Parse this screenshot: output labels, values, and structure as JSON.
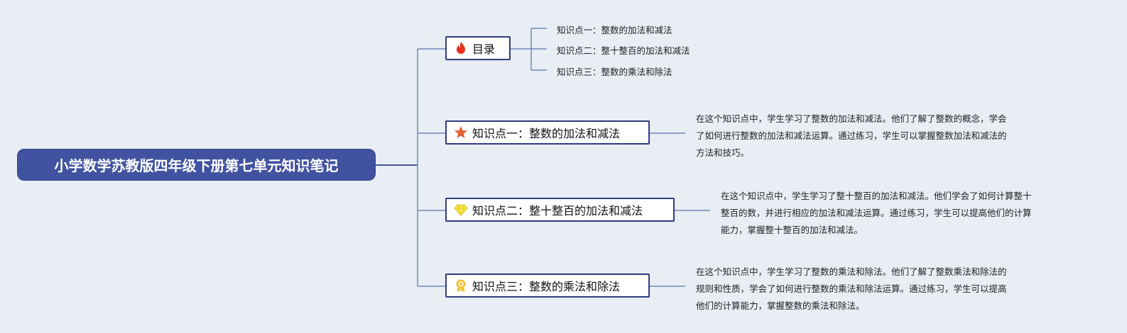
{
  "root": {
    "title": "小学数学苏教版四年级下册第七单元知识笔记"
  },
  "colors": {
    "root_bg": "#4153a0",
    "border": "#2f3c7e",
    "line": "#7185b9",
    "background": "#e8eef4"
  },
  "toc": {
    "label": "目录",
    "icon": "fire-icon",
    "items": [
      "知识点一：整数的加法和减法",
      "知识点二：整十整百的加法和减法",
      "知识点三：整数的乘法和除法"
    ]
  },
  "points": [
    {
      "label": "知识点一：整数的加法和减法",
      "icon": "star-icon",
      "lines": [
        "在这个知识点中，学生学习了整数的加法和减法。他们了解了整数的概念，学会",
        "了如何进行整数的加法和减法运算。通过练习，学生可以掌握整数加法和减法的",
        "方法和技巧。"
      ]
    },
    {
      "label": "知识点二：整十整百的加法和减法",
      "icon": "diamond-icon",
      "lines": [
        "在这个知识点中，学生学习了整十整百的加法和减法。他们学会了如何计算整十",
        "整百的数，并进行相应的加法和减法运算。通过练习，学生可以提高他们的计算",
        "能力，掌握整十整百的加法和减法。"
      ]
    },
    {
      "label": "知识点三：整数的乘法和除法",
      "icon": "medal-icon",
      "lines": [
        "在这个知识点中，学生学习了整数的乘法和除法。他们了解了整数乘法和除法的",
        "规则和性质，学会了如何进行整数的乘法和除法运算。通过练习，学生可以提高",
        "他们的计算能力，掌握整数的乘法和除法。"
      ]
    }
  ]
}
